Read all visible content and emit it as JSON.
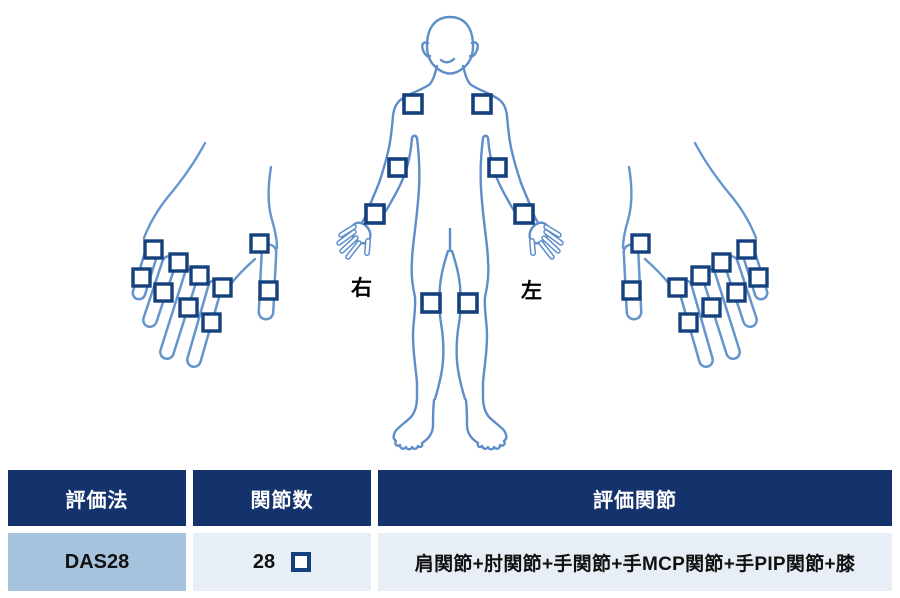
{
  "figure": {
    "label_right": "右",
    "label_left": "左",
    "marker_count_on_body": 8,
    "marker_count_per_hand": 10
  },
  "icons": {
    "joint_marker": "open-square-checkbox",
    "count_checkbox": "open-square-checkbox"
  },
  "table": {
    "headers": {
      "method": "評価法",
      "joint_count": "関節数",
      "joints": "評価関節"
    },
    "row": {
      "method": "DAS28",
      "joint_count": "28",
      "joints": "肩関節+肘関節+手関節+手MCP関節+手PIP関節+膝"
    }
  },
  "colors": {
    "header_bg": "#14336d",
    "method_cell_bg": "#a6c3de",
    "data_cell_bg": "#e7eef5",
    "marker_navy": "#14417e",
    "figure_outline": "#5d8ec9",
    "hand_outline": "#6495cd"
  }
}
